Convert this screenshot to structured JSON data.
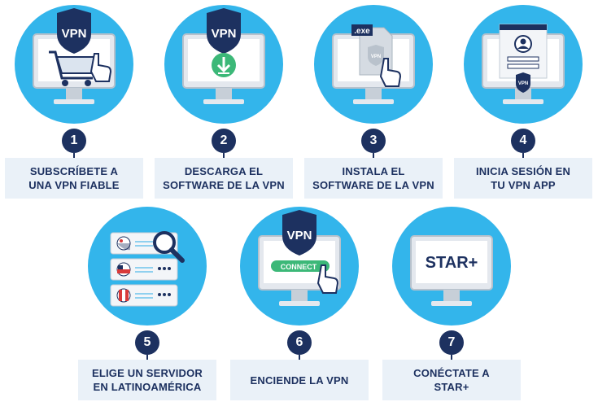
{
  "steps": [
    {
      "number": "1",
      "line1": "SUBSCRÍBETE A",
      "line2": "UNA VPN FIABLE",
      "badge": "VPN"
    },
    {
      "number": "2",
      "line1": "DESCARGA EL",
      "line2": "SOFTWARE DE LA VPN",
      "badge": "VPN"
    },
    {
      "number": "3",
      "line1": "INSTALA EL",
      "line2": "SOFTWARE DE LA VPN",
      "file_ext": ".exe",
      "badge": "VPN"
    },
    {
      "number": "4",
      "line1": "INICIA SESIÓN EN",
      "line2": "TU VPN APP",
      "badge": "VPN"
    },
    {
      "number": "5",
      "line1": "ELIGE UN SERVIDOR",
      "line2": "EN LATINOAMÉRICA"
    },
    {
      "number": "6",
      "line1": "ENCIENDE LA VPN",
      "line2": "",
      "badge": "VPN",
      "button": "CONNECT"
    },
    {
      "number": "7",
      "line1": "CONÉCTATE A",
      "line2": "STAR+",
      "logo": "STAR+"
    }
  ],
  "colors": {
    "circle": "#33b5eb",
    "navy": "#1d3160",
    "label_bg": "#eaf1f8",
    "green": "#3cb878"
  },
  "icons": [
    "cart-icon",
    "download-icon",
    "exe-file-icon",
    "login-form-icon",
    "server-search-icon",
    "connect-button-icon",
    "star-plus-logo",
    "hand-cursor-icon",
    "shield-icon"
  ]
}
